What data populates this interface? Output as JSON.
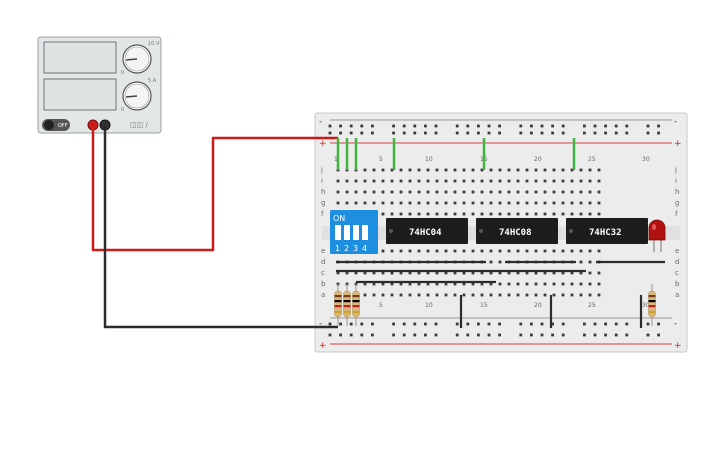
{
  "power_supply": {
    "switch_label": "OFF",
    "knob_top_max": "10 V",
    "knob_top_min": "0",
    "knob_bottom_max": "5 A",
    "knob_bottom_min": "0"
  },
  "breadboard": {
    "rail_plus": "+",
    "rail_minus": "-",
    "row_letters_top": [
      "j",
      "i",
      "h",
      "g",
      "f"
    ],
    "row_letters_bottom": [
      "e",
      "d",
      "c",
      "b",
      "a"
    ],
    "column_numbers": [
      "1",
      "5",
      "10",
      "15",
      "20",
      "25",
      "30"
    ]
  },
  "chips": [
    {
      "label": "74HC04"
    },
    {
      "label": "74HC08"
    },
    {
      "label": "74HC32"
    }
  ],
  "dip_switch": {
    "on_label": "ON",
    "switch_numbers": [
      "1",
      "2",
      "3",
      "4"
    ]
  },
  "colors": {
    "red_wire": "#cc1a1a",
    "black_wire": "#2b2b2b",
    "green_wire": "#3fb53f",
    "dip_blue": "#1e8fe0",
    "chip_black": "#1d1d1d",
    "led_red": "#b01010",
    "breadboard": "#ececec"
  }
}
